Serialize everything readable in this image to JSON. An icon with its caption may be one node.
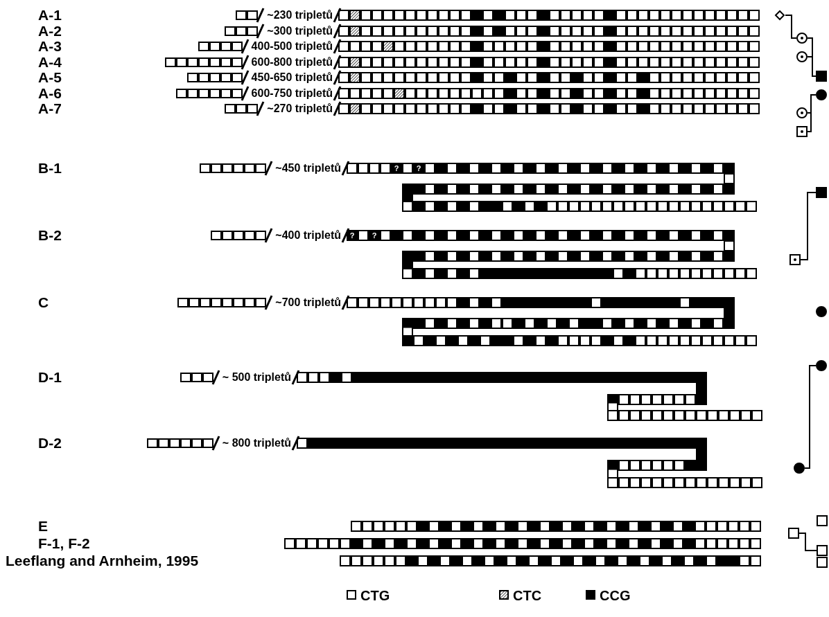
{
  "diagram": {
    "nodes": [
      {
        "text": [],
        "shape": "diamond"
      },
      {
        "text": [],
        "shape": "circle"
      },
      {
        "text": [],
        "shape": "circle"
      },
      {
        "text": [],
        "shape": "box"
      },
      {
        "text": [],
        "shape": "circle"
      },
      {
        "text": [],
        "shape": "circle"
      },
      {
        "text": [],
        "shape": "box"
      },
      {
        "text": [],
        "shape": "box"
      },
      {
        "text": [],
        "shape": "box"
      },
      {
        "text": [],
        "shape": "circle"
      },
      {
        "text": [],
        "shape": "circle"
      },
      {
        "text": [],
        "shape": "circle"
      },
      {
        "text": [],
        "shape": "box"
      },
      {
        "text": [],
        "shape": "box"
      },
      {
        "text": [],
        "shape": "box"
      },
      {
        "text": [],
        "shape": "box"
      }
    ],
    "edges": [
      {
        "from": 0,
        "to": 1,
        "arrow": "none"
      },
      {
        "from": 1,
        "to": 3,
        "arrow": "none"
      },
      {
        "from": 2,
        "to": 3,
        "arrow": "none"
      },
      {
        "from": 4,
        "to": 5,
        "arrow": "none"
      },
      {
        "from": 4,
        "to": 6,
        "arrow": "none"
      },
      {
        "from": 7,
        "to": 8,
        "arrow": "none"
      },
      {
        "from": 10,
        "to": 11,
        "arrow": "none"
      },
      {
        "from": 13,
        "to": 14,
        "arrow": "none"
      }
    ],
    "labels": [
      "A-1",
      "~230 tripletů",
      "A-2",
      "~300 tripletů",
      "A-3",
      "400-500 tripletů",
      "A-4",
      "600-800 tripletů",
      "A-5",
      "450-650 tripletů",
      "A-6",
      "600-750 tripletů",
      "A-7",
      "~270 tripletů",
      "B-1",
      "~450 tripletů",
      "?",
      "?",
      "B-2",
      "~400 tripletů",
      "?",
      "?",
      "C",
      "~700 tripletů",
      "D-1",
      "~ 500 tripletů",
      "D-2",
      "~ 800 tripletů",
      "E",
      "F-1, F-2",
      "Leeflang and Arnheim, 1995"
    ],
    "legend": [
      {
        "text": "CTG"
      },
      {
        "text": "CTC"
      },
      {
        "text": "CCG",
        "color": "#000000"
      }
    ]
  }
}
